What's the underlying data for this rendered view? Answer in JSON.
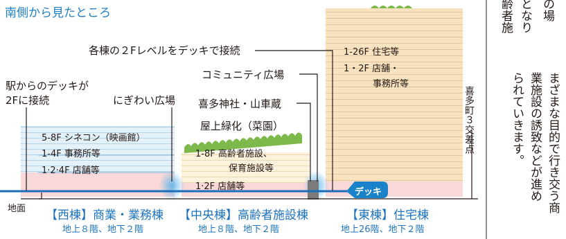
{
  "title": "南側から見たところ",
  "callouts": {
    "deck_connect": "各棟の２Fレベルをデッキで接続",
    "station_deck_1": "駅からのデッキが",
    "station_deck_2": "2Fに接続",
    "nigiwai": "にぎわい広場",
    "community": "コミュニティ広場",
    "shrine": "喜多神社・山車蔵",
    "rooftop": "屋上緑化（菜園）",
    "ground": "地面",
    "deck_badge": "デッキ",
    "intersection": "喜多町３交差点"
  },
  "buildings": {
    "west": {
      "name": "【西棟】商業・業務棟",
      "floors_info": "地上８階、地下２階",
      "floor_labels": [
        "5-8F シネコン（映画館）",
        "1-4F 事務所等",
        "1·2·4F 店舗等"
      ]
    },
    "central": {
      "name": "【中央棟】高齢者施設棟",
      "floors_info": "地上８階、地下２階",
      "floor_labels": [
        "1-8F 高齢者施設、",
        "保育施設等",
        "1·2F 店舗等"
      ]
    },
    "east": {
      "name": "【東棟】住宅棟",
      "floors_info": "地上26階、地下２階",
      "floor_labels": [
        "1-26F 住宅等",
        "1・2F 店舗・",
        "事務所等"
      ]
    }
  },
  "side_text": {
    "col1": "齢者施",
    "col2": "となり",
    "col3": "の場",
    "col4": "られていきます。",
    "col5": "業施設の誘致などが進め",
    "col6": "まざまな目的で行き交う商"
  },
  "colors": {
    "title": "#1e7fc3",
    "label_blue": "#1e73be",
    "deck": "#1a6fb8",
    "east_fill": "#f8e2c0",
    "west_fill": "#e3f0f8",
    "shop_fill": "#f8d8d8",
    "central_fill": "#fdf5df",
    "greenery": "#7db84a"
  }
}
